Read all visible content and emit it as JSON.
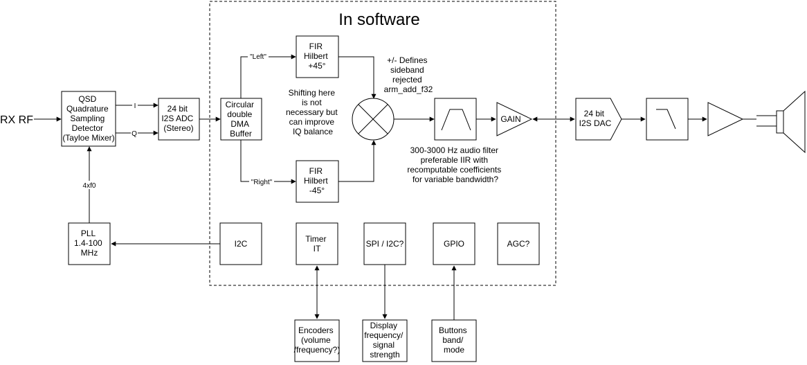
{
  "title": "In software",
  "input_label": "RX RF",
  "blocks": {
    "qsd": [
      "QSD",
      "Quadrature",
      "Sampling",
      "Detector",
      "(Tayloe Mixer)"
    ],
    "adc": [
      "24 bit",
      "I2S ADC",
      "(Stereo)"
    ],
    "dma": [
      "Circular",
      "double",
      "DMA",
      "Buffer"
    ],
    "fir_plus": [
      "FIR",
      "Hilbert",
      "+45°"
    ],
    "fir_minus": [
      "FIR",
      "Hilbert",
      "-45°"
    ],
    "gain": "GAIN",
    "dac": [
      "24 bit",
      "I2S DAC"
    ],
    "pll": [
      "PLL",
      "1.4-100",
      "MHz"
    ],
    "i2c": "I2C",
    "timer": [
      "Timer",
      "IT"
    ],
    "spi": "SPI / I2C?",
    "gpio": "GPIO",
    "agc": "AGC?",
    "encoders": [
      "Encoders",
      "(volume",
      "/frequency?)"
    ],
    "display": [
      "Display",
      "frequency/",
      "signal",
      "strength"
    ],
    "buttons": [
      "Buttons",
      "band/",
      "mode"
    ]
  },
  "wire_labels": {
    "i": "I",
    "q": "Q",
    "left": "\"Left\"",
    "right": "\"Right\"",
    "lo": "4xf0"
  },
  "notes": {
    "sideband": [
      "+/- Defines",
      "sideband",
      "rejected",
      "arm_add_f32"
    ],
    "shifting": [
      "Shifting here",
      "is not",
      "necessary but",
      "can improve",
      "IQ balance"
    ],
    "filter": [
      "300-3000 Hz audio filter",
      "preferable IIR with",
      "recomputable coefficients",
      "for variable bandwidth?"
    ]
  }
}
